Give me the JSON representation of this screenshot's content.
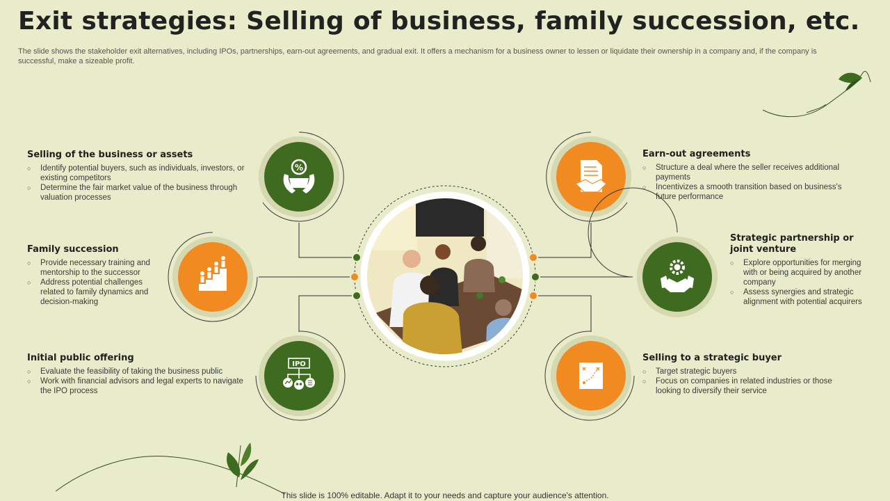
{
  "title": "Exit strategies: Selling of business, family succession, etc.",
  "subtitle": "The slide shows the stakeholder exit alternatives, including IPOs, partnerships, earn-out agreements, and gradual exit. It offers a mechanism for a business owner to lessen or liquidate their ownership in a company and, if the company is successful, make a sizeable profit.",
  "footer": "This slide is 100% editable. Adapt it to your needs and capture your audience's attention.",
  "colors": {
    "background": "#e9ecca",
    "green": "#3f6b21",
    "orange": "#f28a22",
    "ring": "#d5d9b0"
  },
  "icons": {
    "selling_assets": "percent-hands-icon",
    "family_succession": "family-stairs-icon",
    "ipo": "ipo-network-icon",
    "earn_out": "contract-handshake-icon",
    "partnership": "gear-handshake-icon",
    "strategic_buyer": "strategy-board-icon",
    "center": "team-meeting-photo"
  },
  "strategies": {
    "selling_assets": {
      "heading": "Selling of the business or assets",
      "bullets": [
        "Identify potential buyers, such as individuals, investors, or existing competitors",
        "Determine the fair market value of the business through valuation processes"
      ]
    },
    "family_succession": {
      "heading": "Family succession",
      "bullets": [
        "Provide necessary training and mentorship to the successor",
        "Address potential challenges related to family dynamics and decision-making"
      ]
    },
    "ipo": {
      "heading": "Initial public offering",
      "icon_text": "IPO",
      "bullets": [
        "Evaluate the feasibility of taking the business public",
        "Work with financial advisors and legal experts to navigate the IPO process"
      ]
    },
    "earn_out": {
      "heading": "Earn-out agreements",
      "bullets": [
        "Structure a deal where the seller receives additional payments",
        "Incentivizes a smooth transition based on business's future performance"
      ]
    },
    "partnership": {
      "heading": "Strategic partnership or joint venture",
      "bullets": [
        "Explore opportunities for merging with or being acquired by another company",
        "Assess synergies and strategic alignment with potential acquirers"
      ]
    },
    "strategic_buyer": {
      "heading": "Selling to a strategic buyer",
      "bullets": [
        "Target strategic buyers",
        "Focus on companies in related industries or those looking to diversify their service"
      ]
    }
  }
}
